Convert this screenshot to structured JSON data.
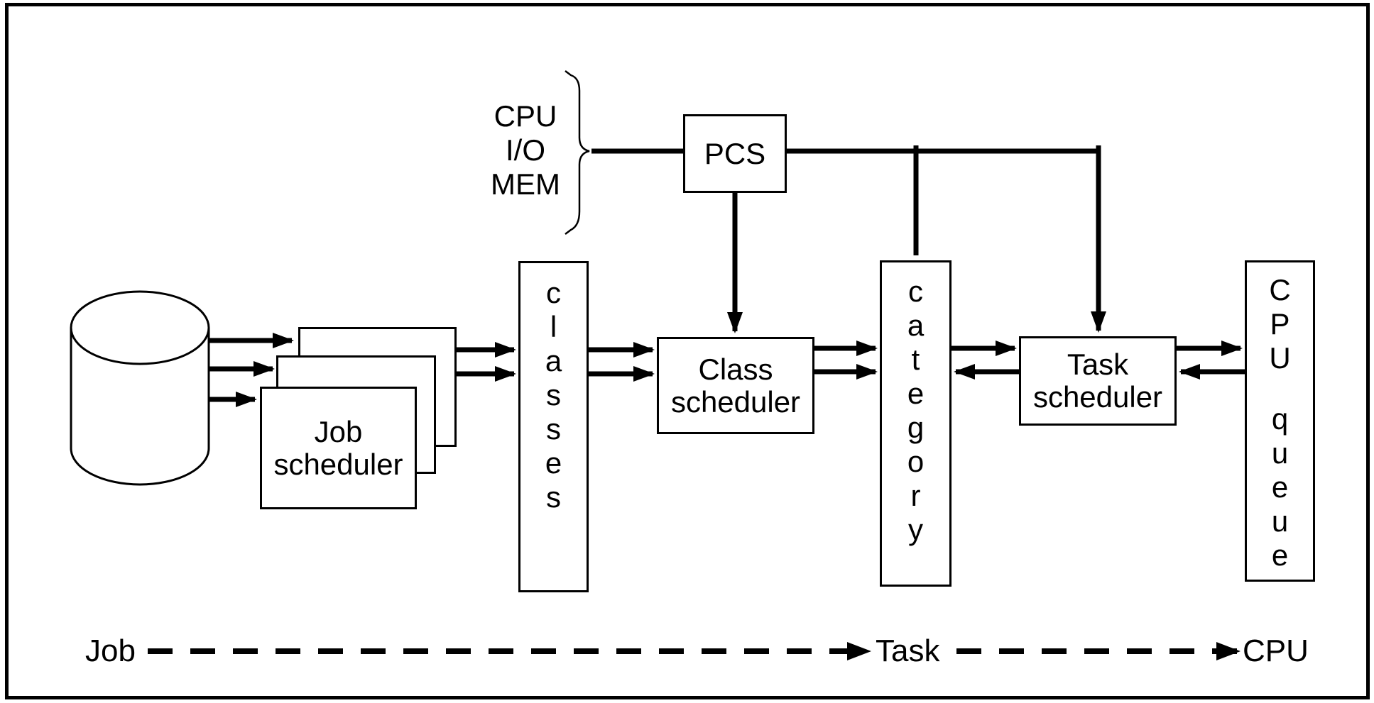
{
  "colors": {
    "ink": "#000000",
    "paper": "#ffffff"
  },
  "resource_legend": {
    "lines": [
      "CPU",
      "I/O",
      "MEM"
    ]
  },
  "pcs": {
    "label": "PCS"
  },
  "job_scheduler": {
    "label": "Job scheduler"
  },
  "class_scheduler": {
    "label": "Class scheduler"
  },
  "task_scheduler": {
    "label": "Task scheduler"
  },
  "queues": {
    "classes": {
      "letters": [
        "c",
        "l",
        "a",
        "s",
        "s",
        "e",
        "s"
      ]
    },
    "category": {
      "letters": [
        "c",
        "a",
        "t",
        "e",
        "g",
        "o",
        "r",
        "y"
      ]
    },
    "cpu_queue": {
      "letters_top": [
        "C",
        "P",
        "U"
      ],
      "letters_bottom": [
        "q",
        "u",
        "e",
        "u",
        "e"
      ]
    }
  },
  "lifecycle": {
    "job": "Job",
    "task": "Task",
    "cpu": "CPU"
  }
}
